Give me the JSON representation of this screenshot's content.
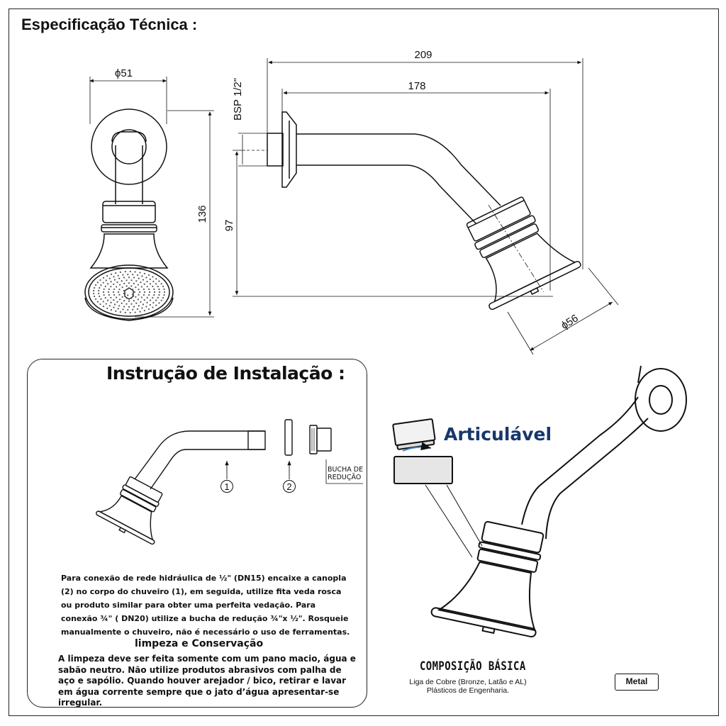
{
  "header": {
    "title": "Especificação Técnica :"
  },
  "dimensions": {
    "diameter_51": "ϕ51",
    "height_136": "136",
    "length_209": "209",
    "length_178": "178",
    "thread": "BSP 1/2\"",
    "height_97": "97",
    "diameter_56": "ϕ56"
  },
  "install": {
    "title": "Instrução de Instalação :",
    "part1": "1",
    "part2": "2",
    "bucha_label": "BUCHA DE REDUÇÃO",
    "paragraph": "Para conexão de rede hidráulica de ½\" (DN15) encaixe a canopla (2) no corpo do chuveiro (1), em seguida, utilize fita veda rosca ou produto similar para obter uma perfeita vedação. Para conexão ¾\" ( DN20) utilize a bucha de redução ¾\"x ½\".  Rosqueie manualmente o chuveiro, não é necessário o uso de ferramentas.",
    "cleaning_title": "limpeza e Conservação",
    "cleaning_text": "A limpeza deve ser feita somente com um pano macio, água e sabão neutro. Não utilize produtos  abrasivos com palha de aço e sapólio. Quando houver arejador / bico, retirar e lavar em água corrente sempre que o jato d’água apresentar-se irregular."
  },
  "feature": {
    "articulavel": "Articulável",
    "accent_color": "#16376b"
  },
  "composition": {
    "title": "COMPOSIÇÃO BÁSICA",
    "line1": "Liga de Cobre (Bronze, Latão e AL)",
    "line2": "Plásticos de Engenharia."
  },
  "badge": {
    "metal": "Metal"
  }
}
